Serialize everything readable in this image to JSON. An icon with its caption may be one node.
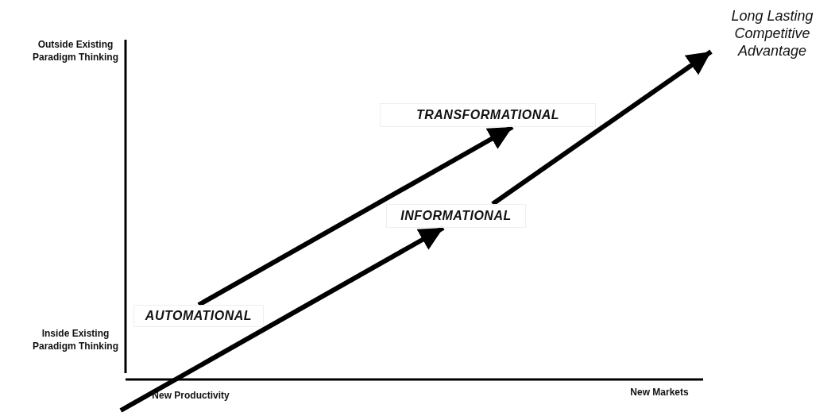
{
  "diagram": {
    "nodes": [
      {
        "text": [
          "AUTOMATIONAL"
        ]
      },
      {
        "text": [
          "INFORMATIONAL"
        ]
      },
      {
        "text": [
          "TRANSFORMATIONAL"
        ]
      },
      {
        "text": [
          "Long Lasting Competitive Advantage"
        ]
      }
    ],
    "edges": [
      {
        "from": null,
        "to": 1,
        "arrow": "to"
      },
      {
        "from": 0,
        "to": 2,
        "arrow": "to"
      },
      {
        "from": 1,
        "to": 3,
        "arrow": "to"
      }
    ],
    "labels": [
      "Outside Existing Paradigm Thinking",
      "Inside Existing Paradigm Thinking",
      "New Productivity",
      "New Markets"
    ]
  }
}
